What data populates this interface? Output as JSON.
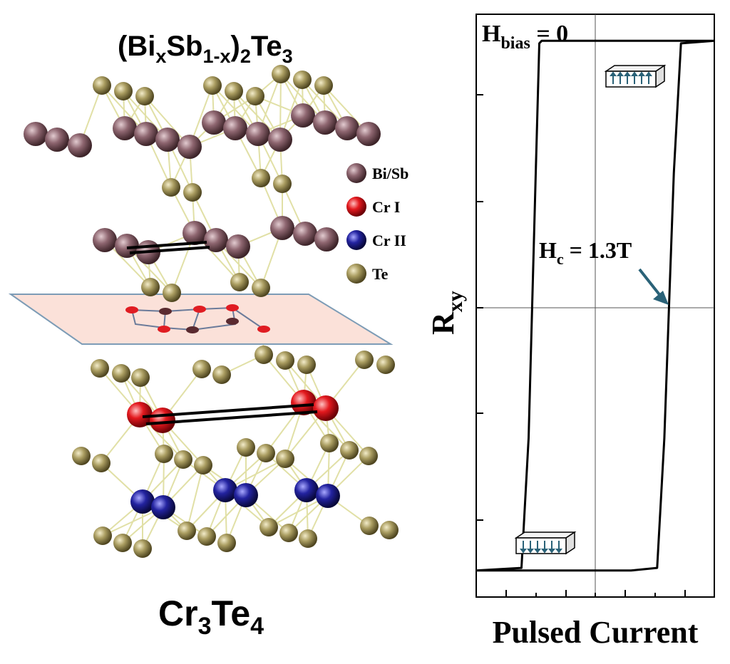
{
  "figure": {
    "top_label": {
      "base1": "(Bi",
      "sub1": "x",
      "base2": "Sb",
      "sub2": "1-x",
      "base3": ")",
      "sub3": "2",
      "base4": "Te",
      "sub4": "3"
    },
    "bottom_label": {
      "base1": "Cr",
      "sub1": "3",
      "base2": "Te",
      "sub2": "4"
    },
    "legend": [
      {
        "label": "Bi/Sb",
        "color": "#7a555e"
      },
      {
        "label": "Cr I",
        "color": "#e0181d"
      },
      {
        "label": "Cr II",
        "color": "#1e1e9a"
      },
      {
        "label": "Te",
        "color": "#a89a5e"
      }
    ]
  },
  "chart_data": {
    "type": "line",
    "annotation_bias": {
      "base": "H",
      "sub": "bias",
      "rest": " = 0"
    },
    "annotation_hc": {
      "base": "H",
      "sub": "c",
      "rest": " = 1.3T"
    },
    "xlabel": "Pulsed Current",
    "ylabel": {
      "base": "R",
      "sub": "xy"
    },
    "xlim": [
      -1,
      1
    ],
    "ylim": [
      -1.1,
      1.1
    ],
    "series": [
      {
        "branch": "sweep-up",
        "x": [
          -1.0,
          0.3,
          0.52,
          0.58,
          0.62,
          0.66,
          0.72,
          1.0
        ],
        "y": [
          -1.0,
          -1.0,
          -0.99,
          -0.5,
          0.0,
          0.5,
          0.99,
          1.0
        ]
      },
      {
        "branch": "sweep-down",
        "x": [
          1.0,
          -0.45,
          -0.47,
          -0.5,
          -0.53,
          -0.56,
          -0.62,
          -1.0
        ],
        "y": [
          1.0,
          1.0,
          0.99,
          0.5,
          0.0,
          -0.5,
          -0.99,
          -1.0
        ]
      }
    ],
    "line_color": "#000000",
    "arrow_color": "#2a6278",
    "grid": "zero lines only"
  }
}
